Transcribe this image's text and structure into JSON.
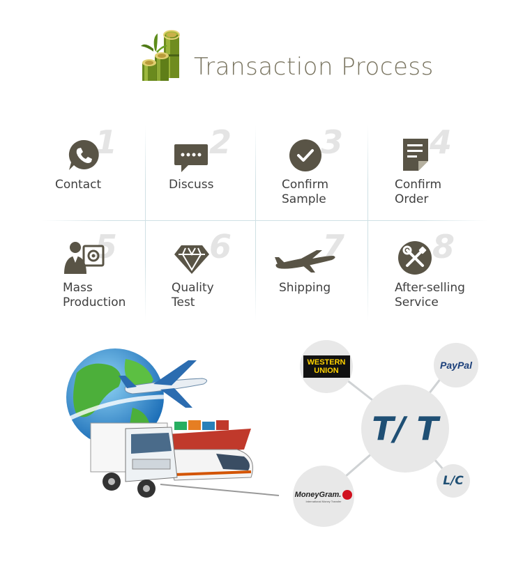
{
  "header": {
    "title": "Transaction Process"
  },
  "steps": [
    {
      "number": "1",
      "label": "Contact",
      "icon": "phone-chat-icon"
    },
    {
      "number": "2",
      "label": "Discuss",
      "icon": "chat-bubble-icon"
    },
    {
      "number": "3",
      "label": "Confirm\nSample",
      "icon": "check-circle-icon"
    },
    {
      "number": "4",
      "label": "Confirm\nOrder",
      "icon": "document-icon"
    },
    {
      "number": "5",
      "label": "Mass\nProduction",
      "icon": "worker-gear-icon"
    },
    {
      "number": "6",
      "label": "Quality\nTest",
      "icon": "diamond-icon"
    },
    {
      "number": "7",
      "label": "Shipping",
      "icon": "airplane-icon"
    },
    {
      "number": "8",
      "label": "After-selling\nService",
      "icon": "tools-icon"
    }
  ],
  "payments": {
    "center": "T/ T",
    "western_union": {
      "line1": "WESTERN",
      "line2": "UNION"
    },
    "paypal": "PayPal",
    "moneygram": "MoneyGram.",
    "moneygram_sub": "International Money Transfer",
    "lc": "L/C"
  },
  "colors": {
    "icon": "#595446",
    "title": "#7a7561",
    "circle": "#e8e8e8",
    "tt": "#1f4f74"
  }
}
